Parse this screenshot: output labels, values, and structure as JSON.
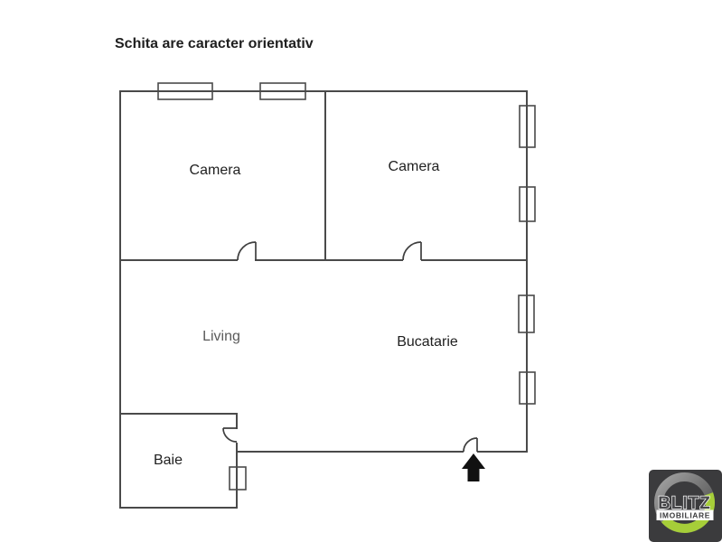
{
  "title": "Schita are caracter orientativ",
  "rooms": {
    "camera_left": "Camera",
    "camera_right": "Camera",
    "living": "Living",
    "kitchen": "Bucatarie",
    "bathroom": "Baie"
  },
  "symbols": {
    "windows_count": 7,
    "doors_count": 4,
    "entrance_arrow": "up"
  },
  "logo": {
    "brand": "BLITZ",
    "subtitle": "IMOBILIARE"
  },
  "colors": {
    "wall": "#4a4a4a",
    "door": "#3f3f3f",
    "label_dark": "#1f1f1f",
    "label_gray": "#5a5a5a",
    "arrow": "#111111",
    "logo_bg": "#3b3b3d",
    "logo_green": "#a6ce39",
    "logo_ring_light": "#9d9d9d",
    "logo_ring_dark": "#4e4e4e",
    "logo_text": "#47474a",
    "logo_banner": "#ffffff"
  }
}
